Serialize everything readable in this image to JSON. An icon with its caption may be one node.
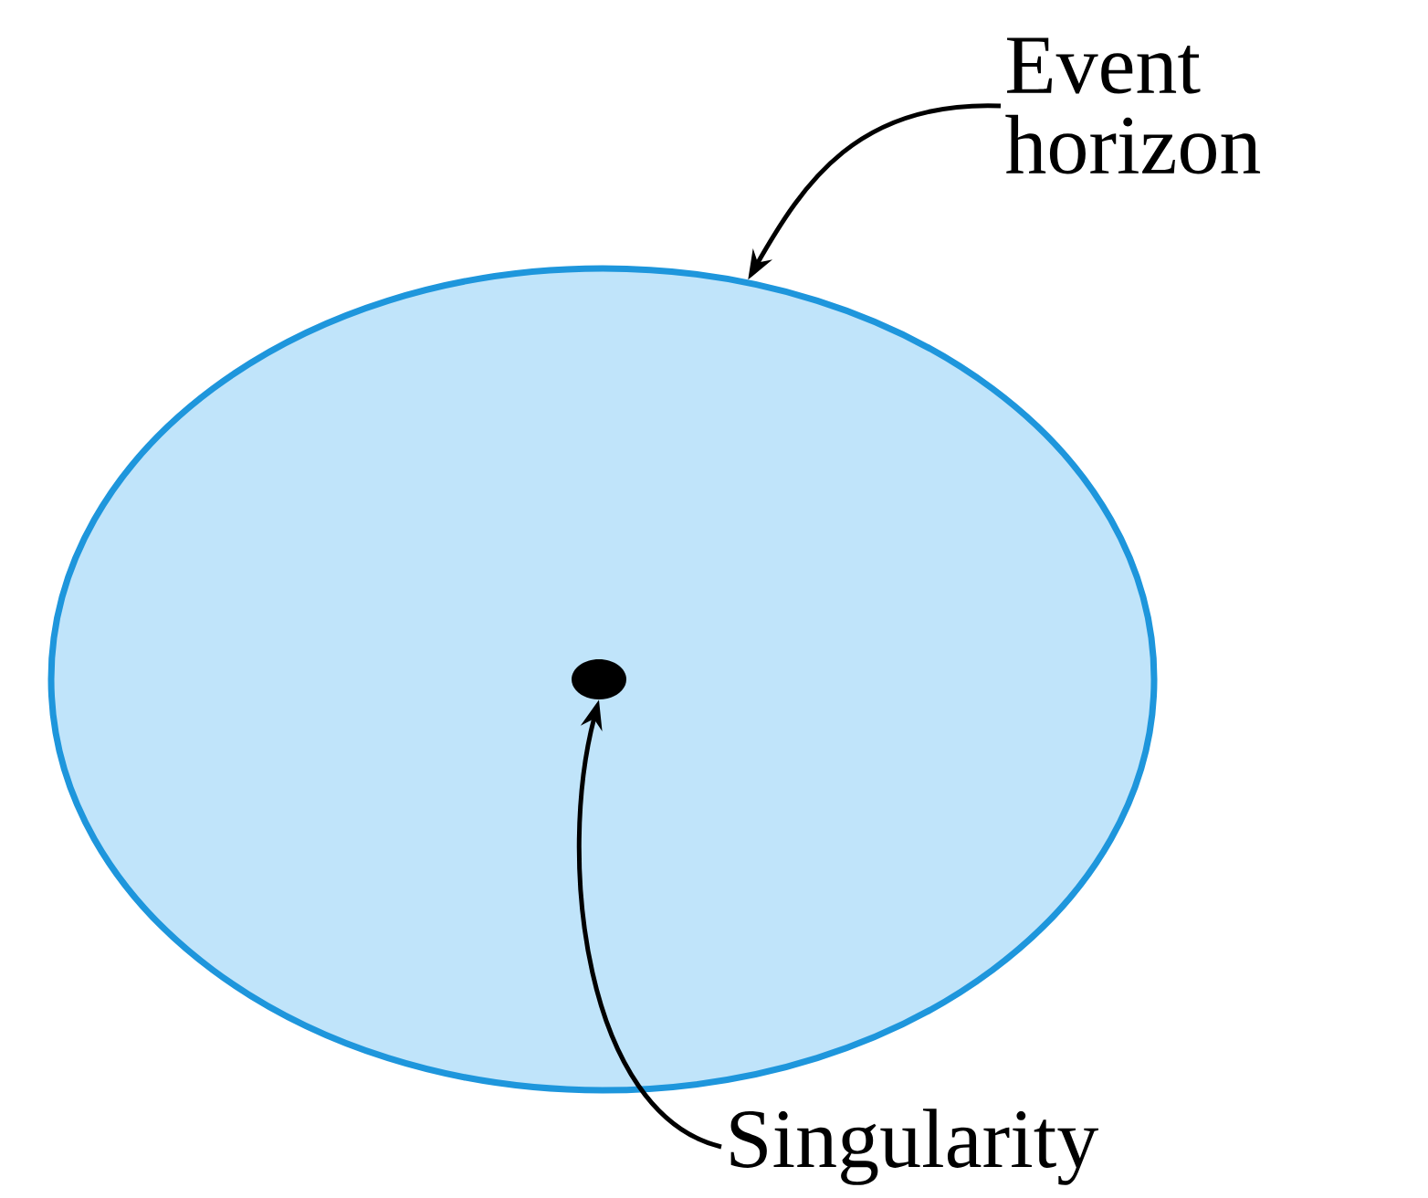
{
  "diagram": {
    "nodes": [
      {
        "text": [
          "Event horizon"
        ]
      },
      {
        "text": [],
        "shape": "ellipse"
      },
      {
        "text": [
          "Singularity"
        ]
      },
      {
        "text": [],
        "shape": "dot",
        "in": 1
      }
    ],
    "edges": [
      {
        "from": 0,
        "to": 1,
        "arrow": "to"
      },
      {
        "from": 2,
        "to": 3,
        "arrow": "to"
      }
    ]
  }
}
